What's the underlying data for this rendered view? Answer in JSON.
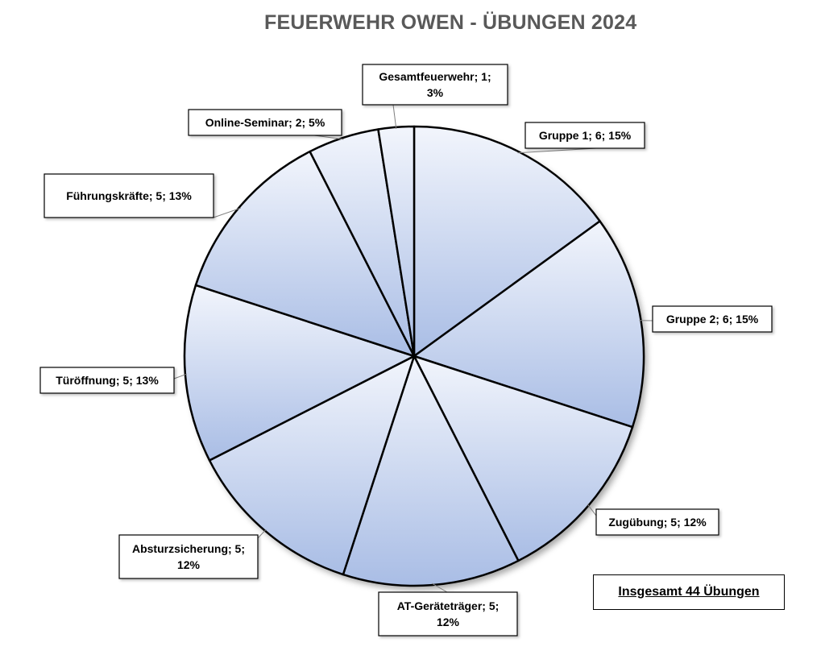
{
  "chart_data": {
    "type": "pie",
    "title": "FEUERWEHR OWEN - ÜBUNGEN 2024",
    "slices": [
      {
        "label": "Gruppe 1",
        "value": 6,
        "percent": "15%",
        "text": "Gruppe 1; 6; 15%"
      },
      {
        "label": "Gruppe 2",
        "value": 6,
        "percent": "15%",
        "text": "Gruppe 2; 6; 15%"
      },
      {
        "label": "Zugübung",
        "value": 5,
        "percent": "12%",
        "text": "Zugübung; 5; 12%"
      },
      {
        "label": "AT-Geräteträger",
        "value": 5,
        "percent": "12%",
        "lines": [
          "AT-Geräteträger; 5;",
          "12%"
        ]
      },
      {
        "label": "Absturzsicherung",
        "value": 5,
        "percent": "12%",
        "lines": [
          "Absturzsicherung; 5;",
          "12%"
        ]
      },
      {
        "label": "Türöffnung",
        "value": 5,
        "percent": "13%",
        "text": "Türöffnung; 5; 13%"
      },
      {
        "label": "Führungskräfte",
        "value": 5,
        "percent": "13%",
        "text": "Führungskräfte; 5; 13%"
      },
      {
        "label": "Online-Seminar",
        "value": 2,
        "percent": "5%",
        "text": "Online-Seminar; 2; 5%"
      },
      {
        "label": "Gesamtfeuerwehr",
        "value": 1,
        "percent": "3%",
        "lines": [
          "Gesamtfeuerwehr; 1;",
          "3%"
        ]
      }
    ],
    "start_angle": "12 o'clock",
    "direction": "clockwise",
    "legend": "none",
    "fill_colors": {
      "edge": "#f2f5fc",
      "center": "#aabfe6"
    },
    "slice_border_color": "#000000"
  },
  "annotation": {
    "total_text": "Insgesamt 44 Übungen"
  }
}
